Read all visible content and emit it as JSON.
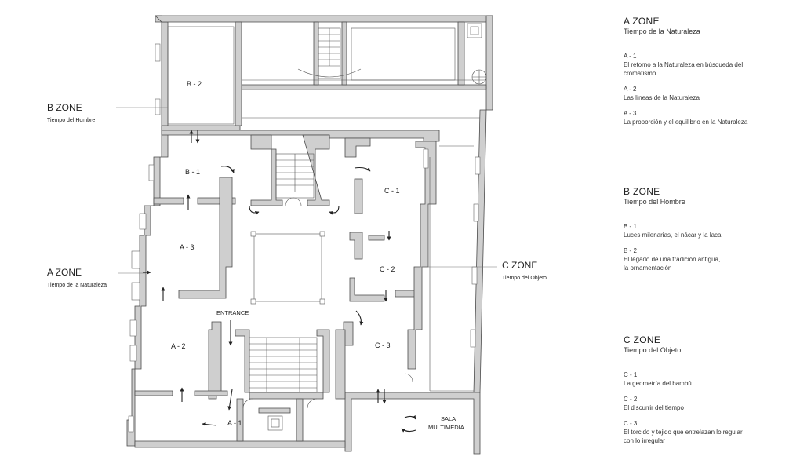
{
  "plan_labels": {
    "b2": "B - 2",
    "b1": "B - 1",
    "a3": "A - 3",
    "a2": "A - 2",
    "a1": "A - 1",
    "c1": "C - 1",
    "c2": "C - 2",
    "c3": "C - 3",
    "entrance": "ENTRANCE",
    "sala_1": "SALA",
    "sala_2": "MULTIMEDIA"
  },
  "callouts": {
    "b_zone": {
      "title": "B ZONE",
      "subtitle": "Tiempo del Hombre"
    },
    "a_zone": {
      "title": "A ZONE",
      "subtitle": "Tiempo de la Naturaleza"
    },
    "c_zone": {
      "title": "C ZONE",
      "subtitle": "Tiempo del Objeto"
    }
  },
  "legend": {
    "a": {
      "title": "A ZONE",
      "subtitle": "Tiempo de la Naturaleza",
      "items": [
        {
          "code": "A - 1",
          "desc": [
            "El retorno a la Naturaleza en búsqueda del",
            "cromatismo"
          ]
        },
        {
          "code": "A - 2",
          "desc": [
            "Las líneas de la Naturaleza"
          ]
        },
        {
          "code": "A - 3",
          "desc": [
            "La proporción y el equilibrio en la Naturaleza"
          ]
        }
      ]
    },
    "b": {
      "title": "B ZONE",
      "subtitle": "Tiempo del Hombre",
      "items": [
        {
          "code": "B - 1",
          "desc": [
            "Luces milenarias, el nácar y la laca"
          ]
        },
        {
          "code": "B - 2",
          "desc": [
            "El legado de una tradición antigua,",
            "la ornamentación"
          ]
        }
      ]
    },
    "c": {
      "title": "C ZONE",
      "subtitle": "Tiempo del Objeto",
      "items": [
        {
          "code": "C - 1",
          "desc": [
            "La geometría del bambú"
          ]
        },
        {
          "code": "C - 2",
          "desc": [
            "El discurrir del tiempo"
          ]
        },
        {
          "code": "C - 3",
          "desc": [
            "El torcido y tejido que entrelazan lo regular",
            "con lo irregular"
          ]
        }
      ]
    }
  },
  "colors": {
    "wall": "#cfcfcf",
    "line": "#4a4a4a",
    "text": "#222222"
  }
}
